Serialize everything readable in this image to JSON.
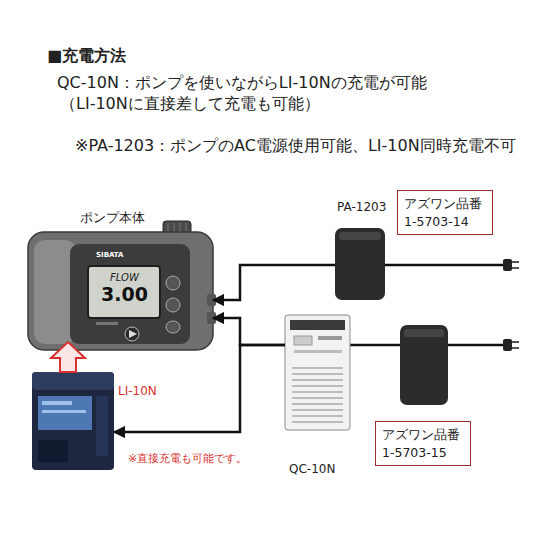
{
  "diagram": {
    "title": "■充電方法",
    "nodes": [
      {
        "text": [
          "ポンプ本体"
        ]
      },
      {
        "text": [
          "PA-1203"
        ]
      },
      {
        "text": [
          "アズワン品番 1-5703-14"
        ]
      },
      {
        "text": [
          "LI-10N"
        ]
      },
      {
        "text": [
          "QC-10N"
        ]
      },
      {
        "text": [
          "アズワン品番 1-5703-15"
        ]
      }
    ],
    "edges": [
      {
        "from": 1,
        "to": 0,
        "arrow": "to"
      },
      {
        "from": 4,
        "to": 0,
        "arrow": "to"
      },
      {
        "from": 4,
        "to": 3,
        "arrow": "to"
      },
      {
        "from": 3,
        "to": 0,
        "arrow": "to"
      }
    ],
    "labels": [
      "QC-10N：ポンプを使いながらLI-10Nの充電が可能",
      "（LI-10Nに直接差して充電も可能）",
      "※PA-1203：ポンプのAC電源使用可能、LI-10N同時充電不可",
      "FLOW",
      "3.00",
      "SIBATA",
      "※直接充電も可能です。"
    ]
  }
}
